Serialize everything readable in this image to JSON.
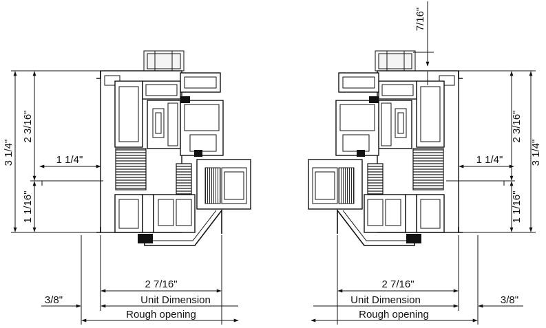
{
  "left_section": {
    "dim_overall_height": "3 1/4\"",
    "dim_upper_height": "2 3/16\"",
    "dim_lower_height": "1 1/16\"",
    "dim_flange": "1 1/4\"",
    "dim_frame_depth": "2 7/16\"",
    "dim_shim": "3/8\"",
    "label_unit": "Unit Dimension",
    "label_rough": "Rough opening"
  },
  "right_section": {
    "dim_top_offset": "7/16\"",
    "dim_overall_height": "3 1/4\"",
    "dim_upper_height": "2 3/16\"",
    "dim_lower_height": "1 1/16\"",
    "dim_flange": "1 1/4\"",
    "dim_frame_depth": "2 7/16\"",
    "dim_shim": "3/8\"",
    "label_unit": "Unit Dimension",
    "label_rough": "Rough opening"
  }
}
